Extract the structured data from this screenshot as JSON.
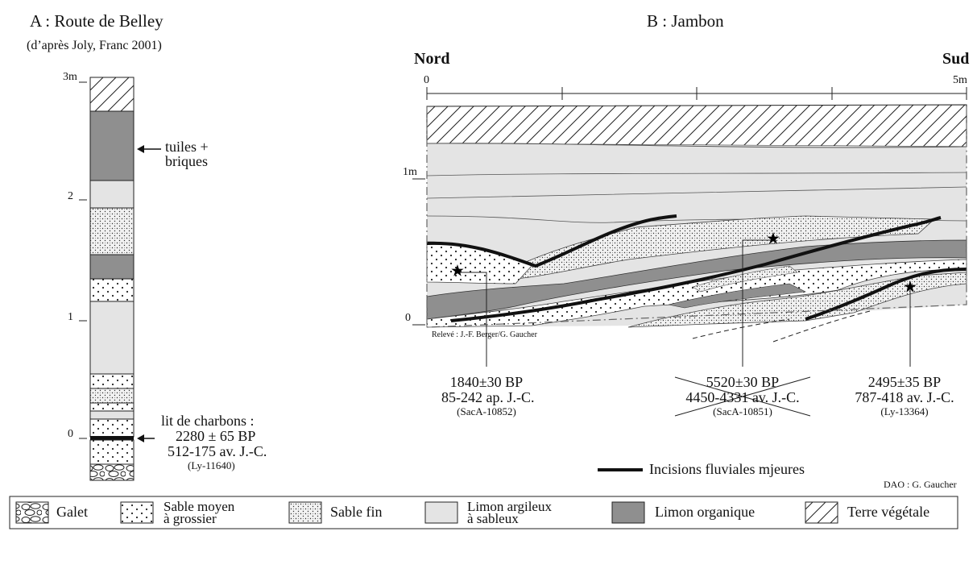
{
  "panel_a": {
    "title": "A : Route de Belley",
    "source": "(d’après Joly, Franc 2001)",
    "scale_labels": [
      "3m",
      "2",
      "1",
      "0"
    ],
    "annotation_tiles": "tuiles +",
    "annotation_tiles_2": "briques",
    "annotation_charcoal": "lit de charbons :",
    "date_bp": "2280 ± 65 BP",
    "date_cal": "512-175 av. J.-C.",
    "lab_code": "(Ly-11640)"
  },
  "panel_b": {
    "title": "B : Jambon",
    "north": "Nord",
    "south": "Sud",
    "top_scale_start": "0",
    "top_scale_end": "5m",
    "depth_1": "1m",
    "depth_0": "0",
    "credit": "Relevé : J.-F. Berger/G. Gaucher",
    "dates": [
      {
        "bp": "1840±30 BP",
        "cal": "85-242 ap. J.-C.",
        "lab": "(SacA-10852)",
        "rejected": false
      },
      {
        "bp": "5520±30 BP",
        "cal": "4450-4331 av. J.-C.",
        "lab": "(SacA-10851)",
        "rejected": true
      },
      {
        "bp": "2495±35 BP",
        "cal": "787-418 av. J.-C.",
        "lab": "(Ly-13364)",
        "rejected": false
      }
    ],
    "incision_legend": "Incisions fluviales mjeures"
  },
  "dao_credit": "DAO : G. Gaucher",
  "legend": {
    "galet": "Galet",
    "sable_moyen_1": "Sable moyen",
    "sable_moyen_2": "à grossier",
    "sable_fin": "Sable fin",
    "limon_arg_1": "Limon argileux",
    "limon_arg_2": "à sableux",
    "limon_org": "Limon organique",
    "terre": "Terre végétale"
  },
  "colors": {
    "limon_argileux": "#e4e4e4",
    "limon_organique": "#8f8f8f",
    "line": "#111111"
  }
}
